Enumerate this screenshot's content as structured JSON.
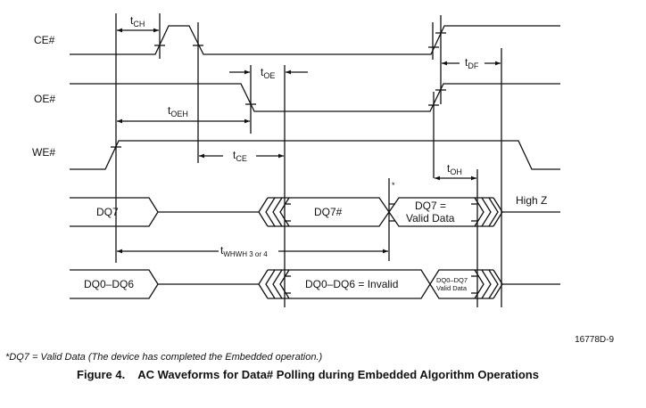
{
  "figure": {
    "number": "Figure 4.",
    "title": "AC Waveforms for Data# Polling during Embedded Algorithm Operations",
    "id": "16778D-9",
    "footnote": "*DQ7 = Valid Data (The device has completed the Embedded operation.)"
  },
  "signals": [
    {
      "name": "CE#"
    },
    {
      "name": "OE#"
    },
    {
      "name": "WE#"
    }
  ],
  "buses": {
    "dq7": {
      "initial": "DQ7",
      "invalid": "DQ7#",
      "valid_line1": "DQ7 =",
      "valid_line2": "Valid Data",
      "final": "High Z",
      "asterisk": "*"
    },
    "dq0_6": {
      "initial": "DQ0–DQ6",
      "invalid": "DQ0–DQ6 = Invalid",
      "valid_line1": "DQ0–DQ7",
      "valid_line2": "Valid Data"
    }
  },
  "timings": {
    "tCH": {
      "main": "t",
      "sub": "CH"
    },
    "tOE": {
      "main": "t",
      "sub": "OE"
    },
    "tOEH": {
      "main": "t",
      "sub": "OEH"
    },
    "tCE": {
      "main": "t",
      "sub": "CE"
    },
    "tDF": {
      "main": "t",
      "sub": "DF"
    },
    "tOH": {
      "main": "t",
      "sub": "OH"
    },
    "tWHWH": {
      "main": "t",
      "sub": "WHWH 3 or 4"
    }
  }
}
